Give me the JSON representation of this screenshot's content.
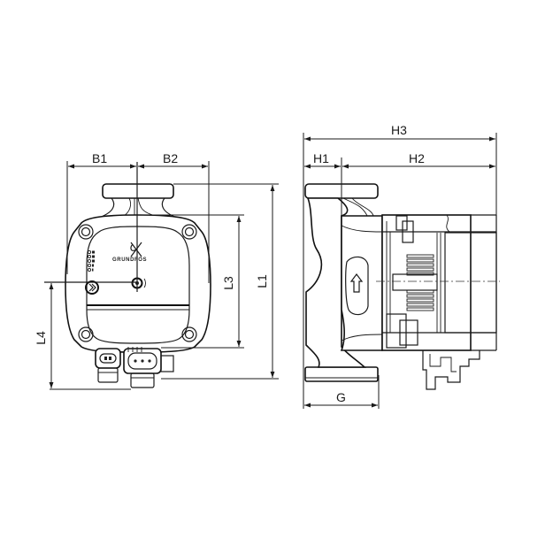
{
  "diagram": {
    "subject": "Circulator pump dimensional drawing",
    "brand_logo_text": "GRUNDFOS",
    "views": [
      {
        "name": "front-view",
        "labels": [
          "B1",
          "B2",
          "L1",
          "L3",
          "L4"
        ]
      },
      {
        "name": "side-view",
        "labels": [
          "H1",
          "H2",
          "H3",
          "G"
        ]
      }
    ],
    "dimensions": {
      "B1": "B1",
      "B2": "B2",
      "L1": "L1",
      "L3": "L3",
      "L4": "L4",
      "H1": "H1",
      "H2": "H2",
      "H3": "H3",
      "G": "G"
    },
    "colors": {
      "line": "#1a1a1a",
      "background": "#ffffff"
    }
  }
}
